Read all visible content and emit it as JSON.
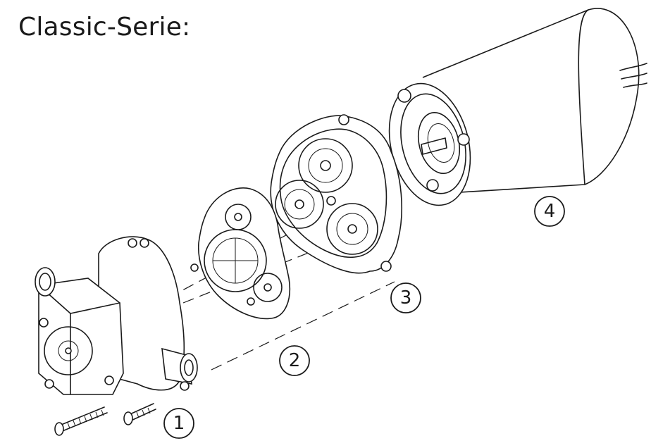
{
  "title": "Classic-Serie:",
  "callouts": [
    {
      "id": "1",
      "label": "1"
    },
    {
      "id": "2",
      "label": "2"
    },
    {
      "id": "3",
      "label": "3"
    },
    {
      "id": "4",
      "label": "4"
    }
  ]
}
